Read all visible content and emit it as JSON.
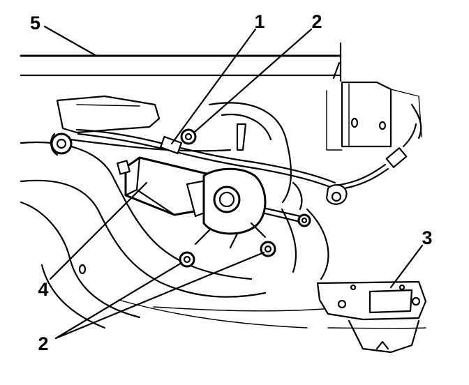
{
  "callouts": {
    "label_1": "1",
    "label_2_top": "2",
    "label_3": "3",
    "label_4": "4",
    "label_5": "5",
    "label_2_bottom": "2"
  },
  "colors": {
    "ink": "#000000",
    "paper": "#ffffff"
  }
}
